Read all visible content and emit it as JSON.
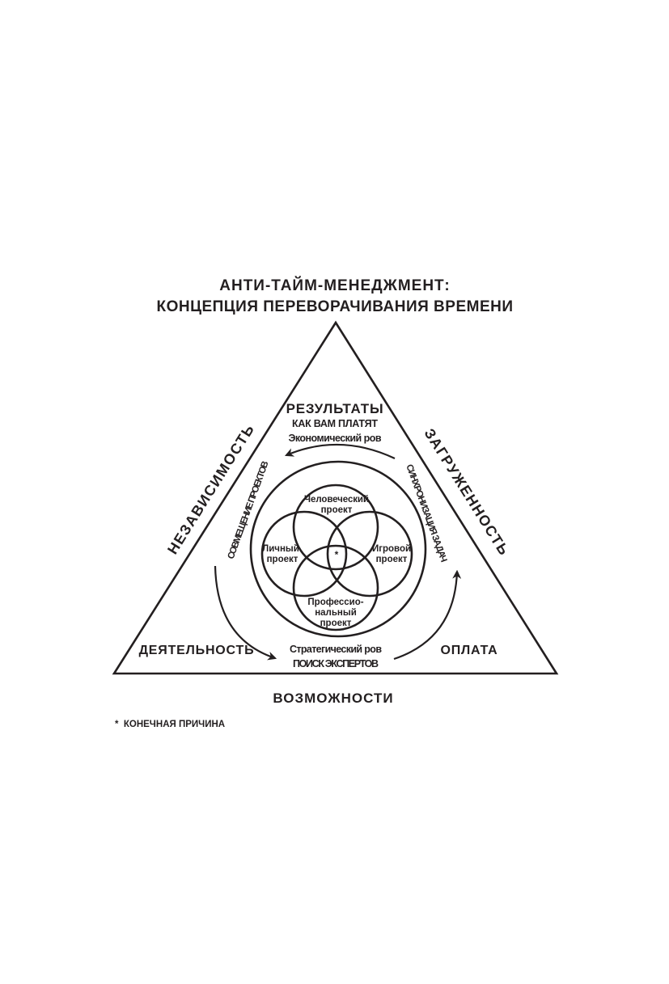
{
  "title": {
    "line1": "АНТИ-ТАЙМ-МЕНЕДЖМЕНТ:",
    "line2": "КОНЦЕПЦИЯ ПЕРЕВОРАЧИВАНИЯ ВРЕМЕНИ"
  },
  "triangle": {
    "left_side": "НЕЗАВИСИМОСТЬ",
    "right_side": "ЗАГРУЖЕННОСТЬ",
    "bottom": "ВОЗМОЖНОСТИ",
    "corner_left": "ДЕЯТЕЛЬНОСТЬ",
    "corner_right": "ОПЛАТА"
  },
  "top_block": {
    "heading": "РЕЗУЛЬТАТЫ",
    "sub": "КАК ВАМ ПЛАТЯТ",
    "note": "Экономический ров"
  },
  "bottom_block": {
    "note": "Стратегический ров",
    "sub": "ПОИСК ЭКСПЕРТОВ"
  },
  "arc_labels": {
    "left": "СОВМЕЩЕНИЕ ПРОЕКТОВ",
    "right": "СИНХРОНИЗАЦИЯ ЗАДАЧ"
  },
  "circles": {
    "top": [
      "Человеческий",
      "проект"
    ],
    "left": [
      "Личный",
      "проект"
    ],
    "right": [
      "Игровой",
      "проект"
    ],
    "bottom": [
      "Профессио-",
      "нальный",
      "проект"
    ],
    "center": "*"
  },
  "footnote": "*  КОНЕЧНАЯ ПРИЧИНА",
  "colors": {
    "ink": "#231f20",
    "background": "#ffffff"
  }
}
